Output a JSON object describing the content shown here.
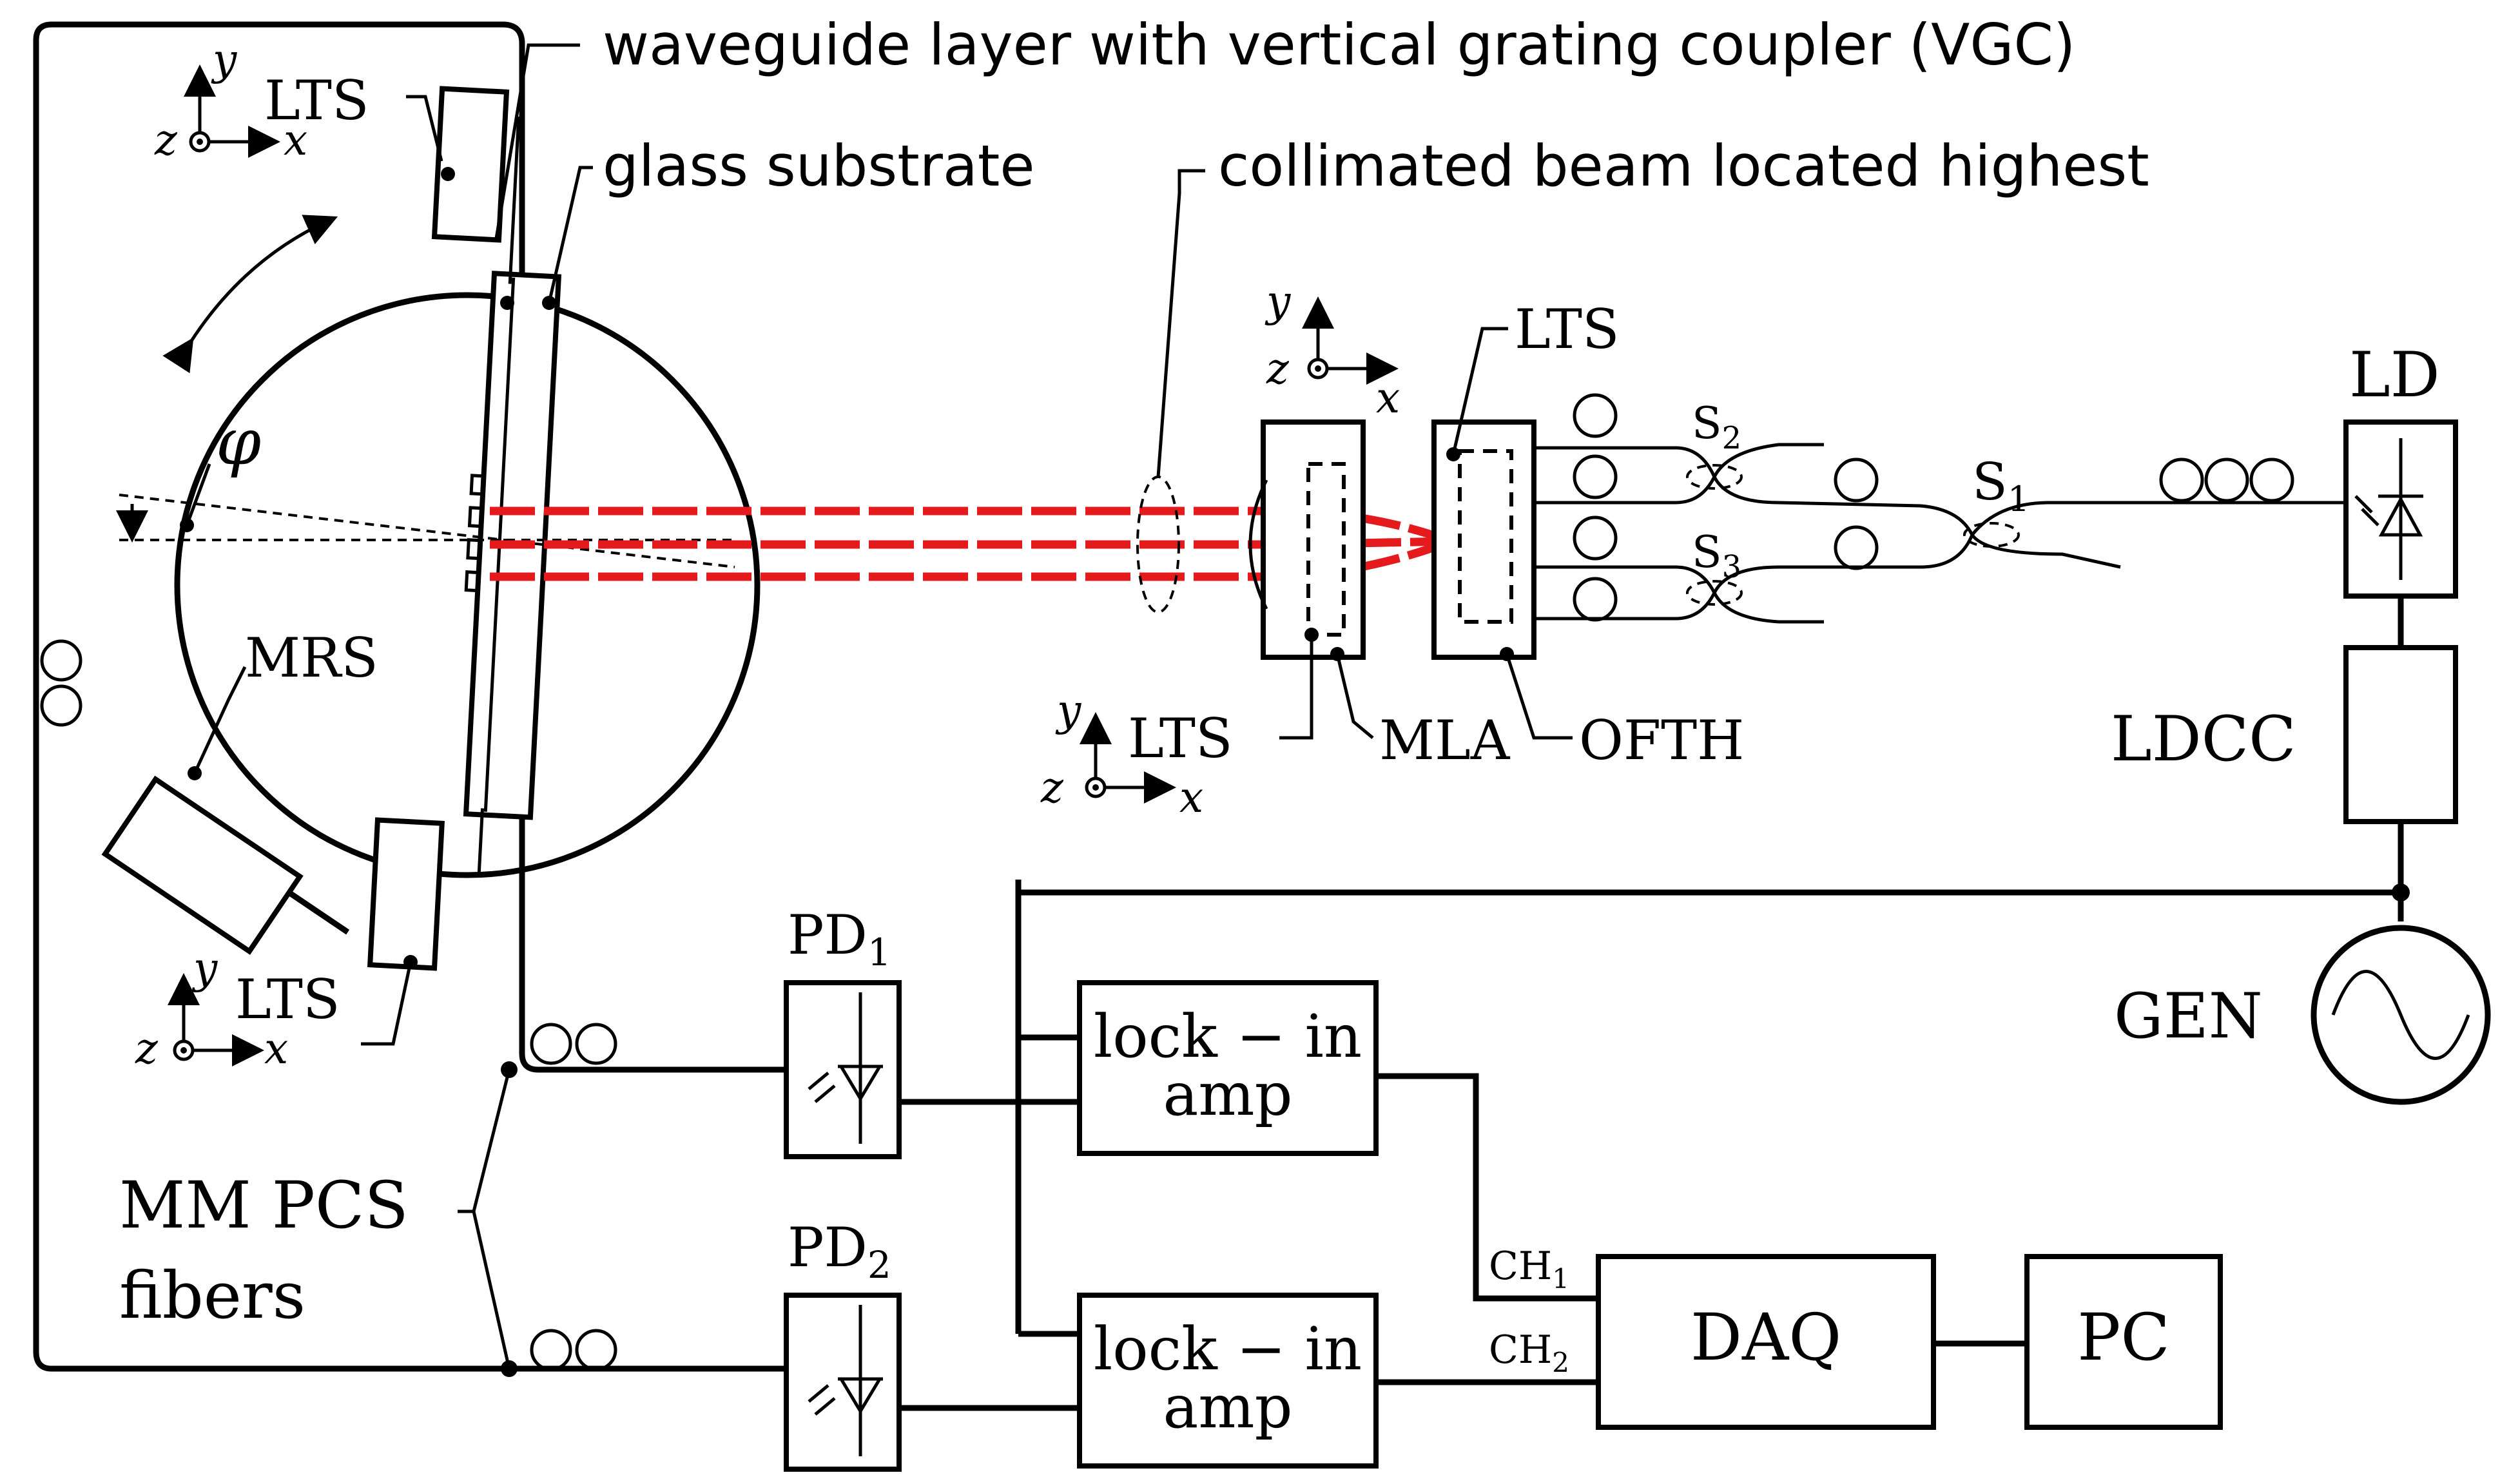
{
  "labels": {
    "waveguide": "waveguide layer with vertical grating coupler (VGC)",
    "glass": "glass substrate",
    "collimated": "collimated beam located highest",
    "lts": "LTS",
    "phi": "φ",
    "mrs": "MRS",
    "mla": "MLA",
    "ofth": "OFTH",
    "ld": "LD",
    "ldcc": "LDCC",
    "gen": "GEN",
    "pd1": "PD",
    "pd1_sub": "1",
    "pd2": "PD",
    "pd2_sub": "2",
    "s": "S",
    "s1_sub": "1",
    "s2_sub": "2",
    "s3_sub": "3",
    "lockin_line1": "lock − in",
    "lockin_line2": "amp",
    "ch": "CH",
    "ch1_sub": "1",
    "ch2_sub": "2",
    "daq": "DAQ",
    "pc": "PC",
    "mm_line1": "MM PCS",
    "mm_line2": "fibers",
    "axis_x": "x",
    "axis_y": "y",
    "axis_z": "z"
  },
  "colors": {
    "beam": "#e41a1c",
    "line": "#000000",
    "background": "#ffffff"
  }
}
